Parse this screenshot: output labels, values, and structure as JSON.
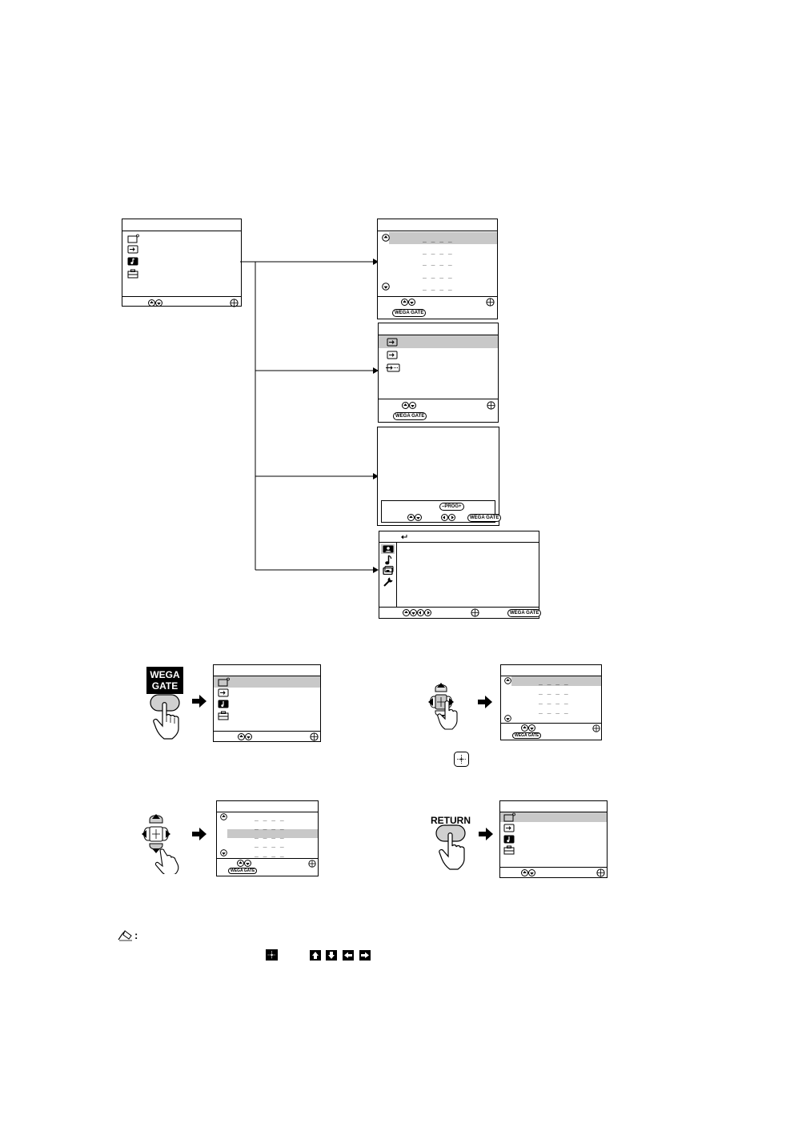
{
  "wega_gate_button": {
    "line1": "WEGA",
    "line2": "GATE"
  },
  "return_button": {
    "label": "RETURN"
  },
  "pill_labels": {
    "wega_gate": "WEGA GATE",
    "prog": "–PROG+"
  },
  "dash_value": "_ _ _ _",
  "note_colon": ":",
  "icon_names": [
    "tv-icon",
    "input-icon",
    "music-icon",
    "toolbox-icon",
    "up-icon",
    "down-icon",
    "left-icon",
    "right-icon",
    "enter-icon",
    "return-icon",
    "picture-icon",
    "wrench-icon",
    "note-icon"
  ]
}
